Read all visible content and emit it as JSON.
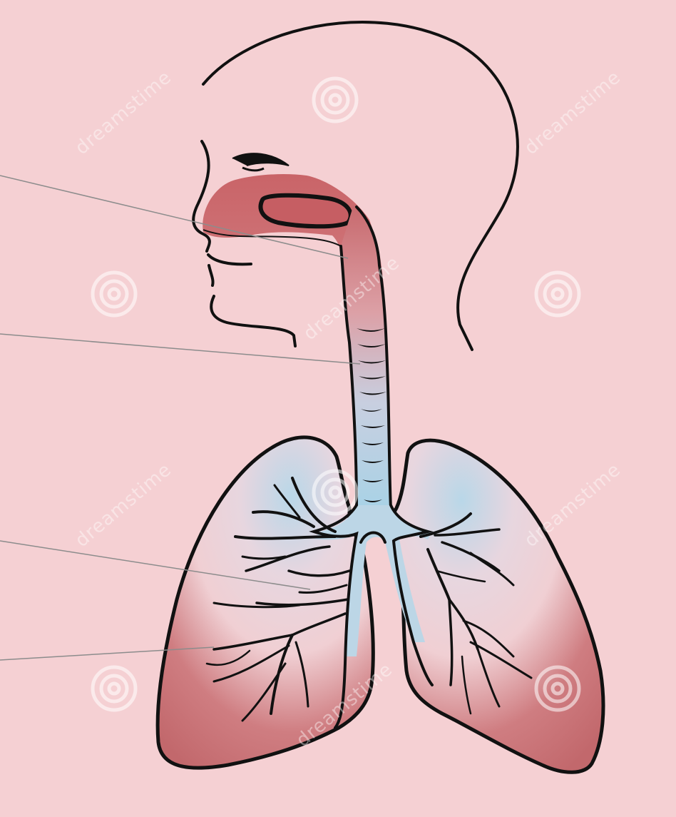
{
  "diagram": {
    "subject": "respiratory-system",
    "parts": [
      "nasal-cavity",
      "trachea",
      "bronchi",
      "bronchioles",
      "left-lung",
      "right-lung"
    ],
    "label_lines": 4
  },
  "colors": {
    "background": "#f5d0d3",
    "outline": "#111111",
    "airway_red": "#c86a6e",
    "airway_blue": "#b7d6e6",
    "lung_red": "#c96c70",
    "lung_light": "#f3d6da",
    "pointer_line": "#8c8c8c"
  },
  "watermark": {
    "text": "dreamstime",
    "icon": "spiral-logo-icon"
  }
}
